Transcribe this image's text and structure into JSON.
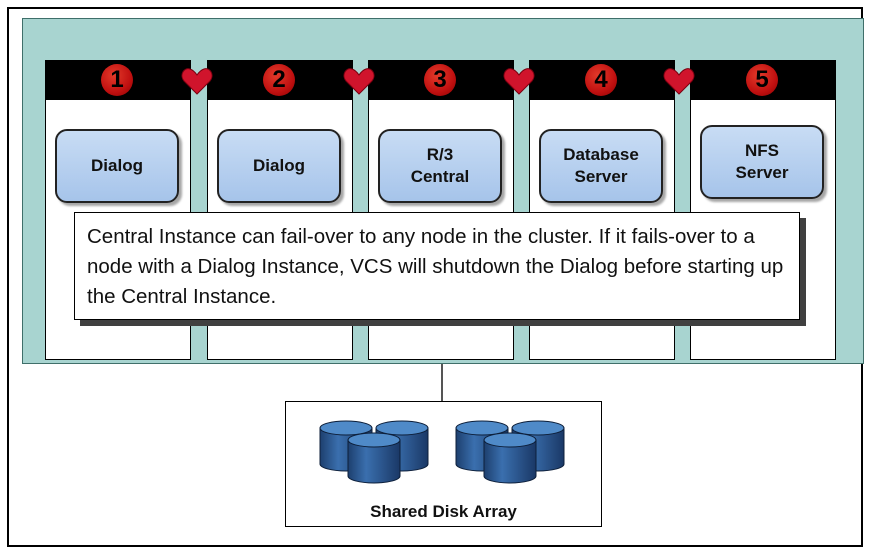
{
  "nodes": [
    {
      "number": "1",
      "app_label": "Dialog"
    },
    {
      "number": "2",
      "app_label": "Dialog"
    },
    {
      "number": "3",
      "app_label": "R/3\nCentral"
    },
    {
      "number": "4",
      "app_label": "Database\nServer"
    },
    {
      "number": "5",
      "app_label": "NFS\nServer"
    }
  ],
  "callout_text": "Central Instance can fail-over to any node in the cluster.  If it fails-over to a node with a Dialog Instance, VCS will shutdown the Dialog before starting up the Central Instance.",
  "storage": {
    "label": "Shared Disk Array"
  },
  "colors": {
    "cluster_background": "#a8d4d0",
    "node_header": "#000000",
    "badge": "#c01010",
    "app_box": "#b8d2f0",
    "heart": "#d0142c",
    "disk": "#2d5c96"
  },
  "icons": [
    "heartbeat-heart-icon",
    "disk-cylinder-icon"
  ]
}
